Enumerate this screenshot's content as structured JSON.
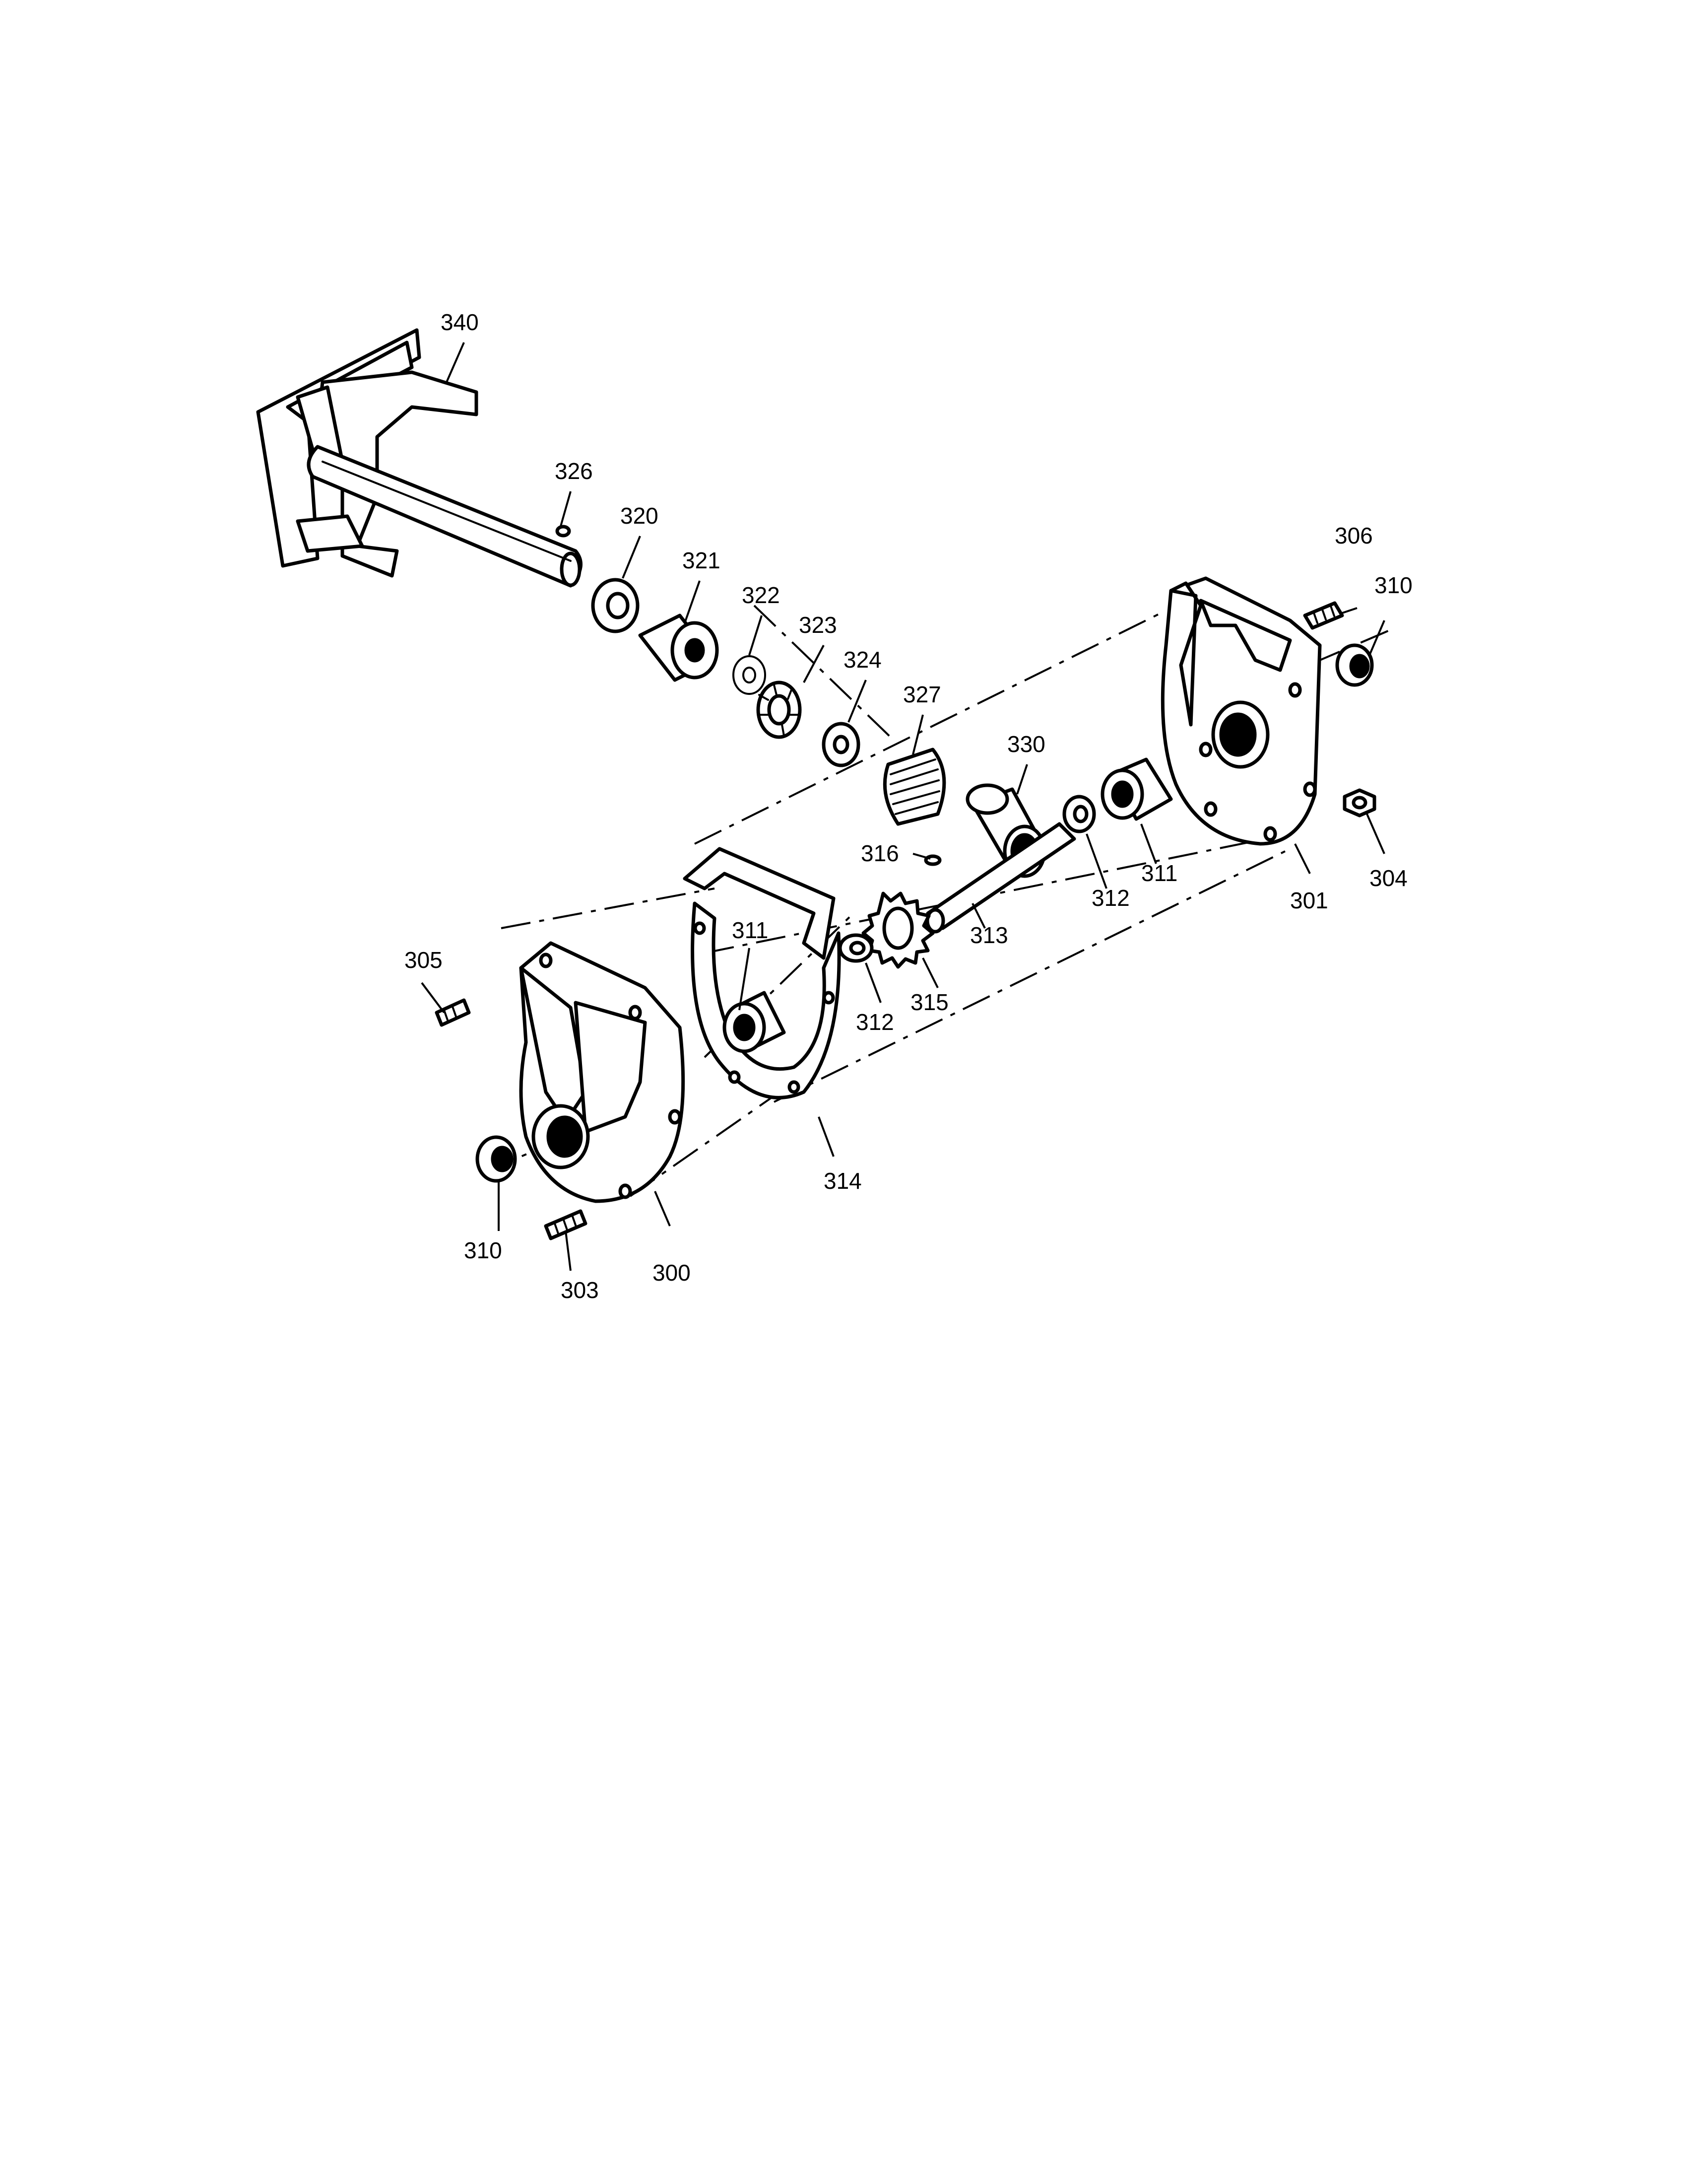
{
  "colors": {
    "ink": "#000000",
    "paper": "#ffffff"
  },
  "callouts": {
    "p340": "340",
    "p326": "326",
    "p320": "320",
    "p321": "321",
    "p322": "322",
    "p323": "323",
    "p324": "324",
    "p327": "327",
    "p330": "330",
    "p316": "316",
    "p313": "313",
    "p315": "315",
    "p312a": "312",
    "p312b": "312",
    "p311a": "311",
    "p311b": "311",
    "p306": "306",
    "p310a": "310",
    "p310b": "310",
    "p304": "304",
    "p301": "301",
    "p305": "305",
    "p314": "314",
    "p300": "300",
    "p303": "303"
  }
}
